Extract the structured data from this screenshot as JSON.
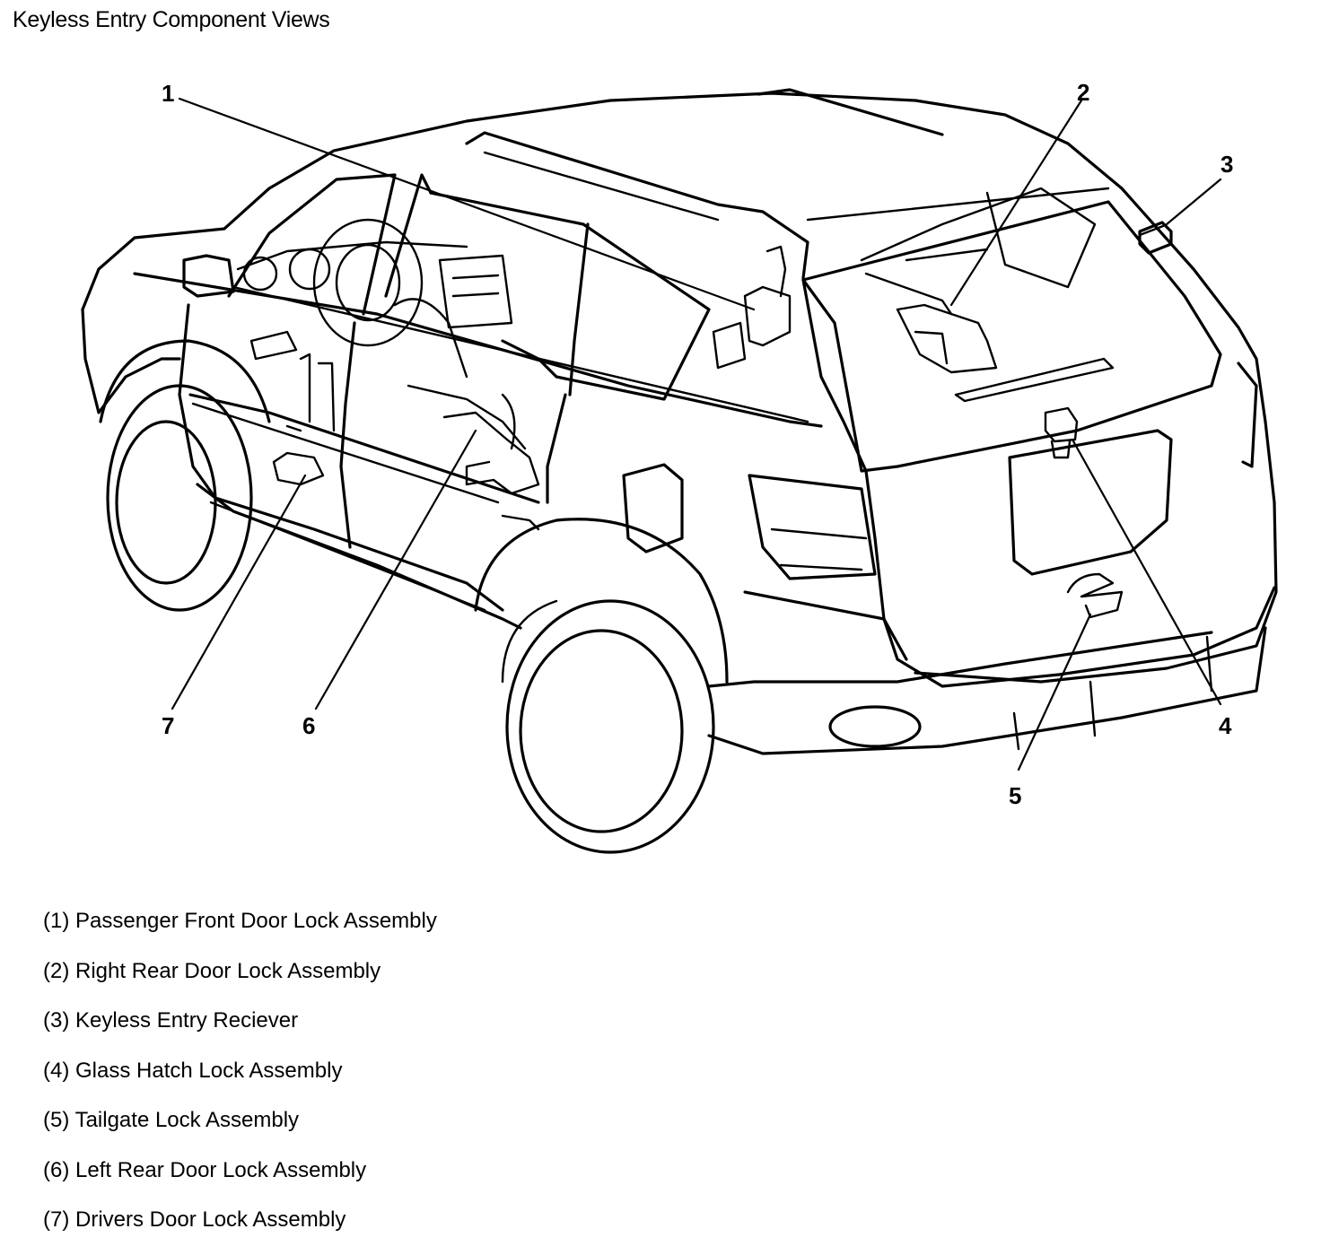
{
  "title": "Keyless Entry Component Views",
  "callouts": [
    "1",
    "2",
    "3",
    "4",
    "5",
    "6",
    "7"
  ],
  "legend": [
    "(1) Passenger Front Door Lock Assembly",
    "(2) Right Rear Door Lock Assembly",
    "(3) Keyless Entry Reciever",
    "(4) Glass Hatch Lock Assembly",
    "(5) Tailgate Lock Assembly",
    "(6) Left Rear Door Lock Assembly",
    "(7) Drivers Door Lock Assembly"
  ]
}
